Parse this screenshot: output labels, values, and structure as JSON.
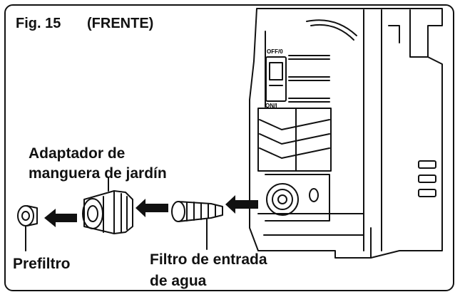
{
  "figure": {
    "number": "Fig. 15",
    "view": "(FRENTE)"
  },
  "labels": {
    "adapter": [
      "Adaptador de",
      "manguera de jardín"
    ],
    "prefilter": "Prefiltro",
    "inlet_filter": [
      "Filtro de entrada",
      "de agua"
    ]
  },
  "switch": {
    "off": "OFF/0",
    "on": "ON/I"
  },
  "colors": {
    "ink": "#111111",
    "background": "#ffffff"
  }
}
